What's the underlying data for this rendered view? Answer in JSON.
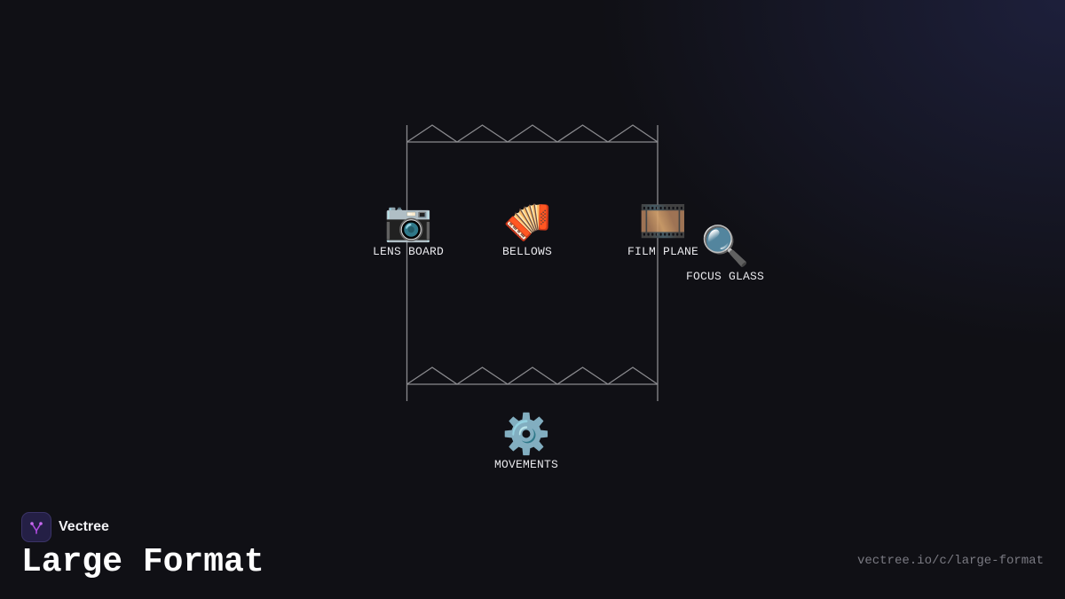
{
  "brand": {
    "name": "Vectree"
  },
  "title": "Large Format",
  "url": "vectree.io/c/large-format",
  "colors": {
    "background": "#101015",
    "frame_line": "#8a8a8e",
    "label_text": "#e8e8ec",
    "logo_accent": "#b04be0"
  },
  "diagram": {
    "nodes": [
      {
        "id": "lens-board",
        "label": "LENS BOARD",
        "icon": "camera-icon",
        "glyph": "📷"
      },
      {
        "id": "bellows",
        "label": "BELLOWS",
        "icon": "accordion-icon",
        "glyph": "🪗"
      },
      {
        "id": "film-plane",
        "label": "FILM PLANE",
        "icon": "film-frames-icon",
        "glyph": "🎞️"
      },
      {
        "id": "focus-glass",
        "label": "FOCUS GLASS",
        "icon": "magnifying-glass-icon",
        "glyph": "🔍"
      },
      {
        "id": "movements",
        "label": "MOVEMENTS",
        "icon": "gear-icon",
        "glyph": "⚙️"
      }
    ]
  }
}
